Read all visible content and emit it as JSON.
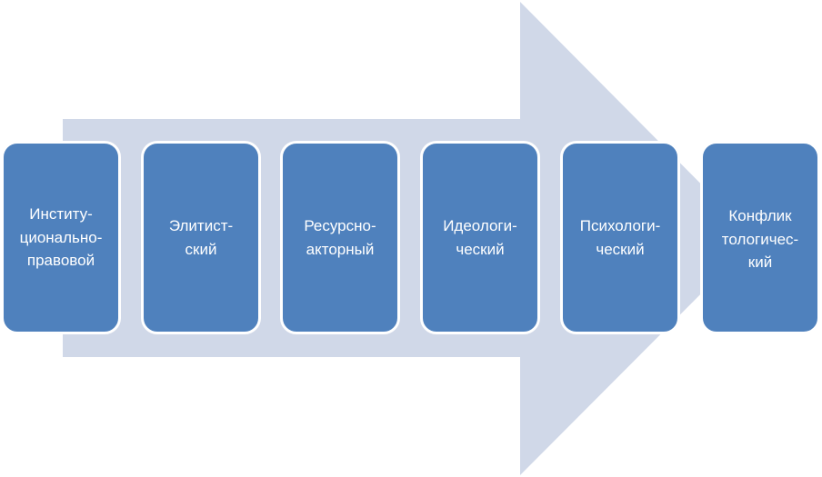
{
  "colors": {
    "arrow": "#d0d8e8",
    "box_fill": "#4f81bd",
    "box_border": "#ffffff",
    "text": "#ffffff"
  },
  "stages": [
    {
      "lines": [
        "Институ-",
        "ционально-",
        "правовой"
      ]
    },
    {
      "lines": [
        "Элитист-",
        "ский"
      ]
    },
    {
      "lines": [
        "Ресурсно-",
        "акторный"
      ]
    },
    {
      "lines": [
        "Идеологи-",
        "ческий"
      ]
    },
    {
      "lines": [
        "Психологи-",
        "ческий"
      ]
    },
    {
      "lines": [
        "Конфлик",
        "тологичес-",
        "кий"
      ]
    }
  ]
}
